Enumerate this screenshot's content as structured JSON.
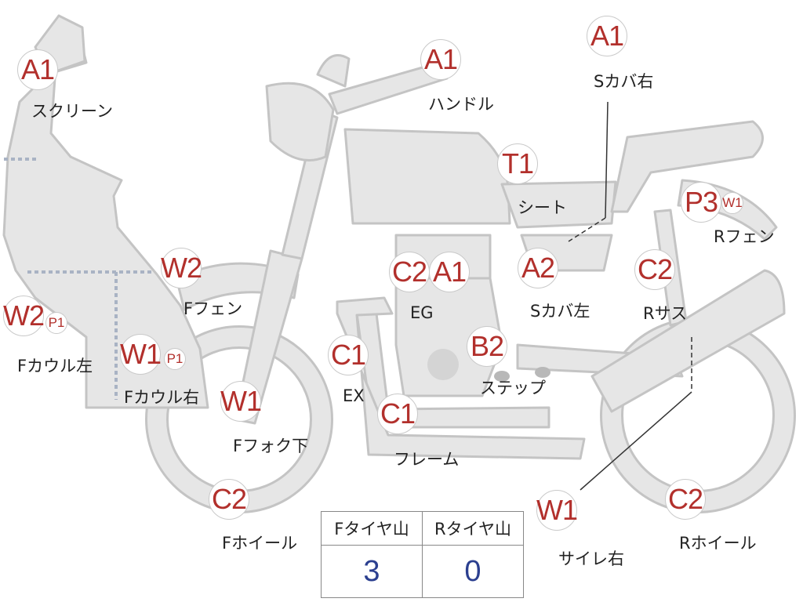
{
  "colors": {
    "part_fill": "#e6e6e6",
    "part_stroke": "#c4c4c4",
    "grade_text": "#b2302c",
    "value_text": "#2b3f8f"
  },
  "parts": {
    "screen": {
      "grade": "A1",
      "label": "スクリーン"
    },
    "handle": {
      "grade": "A1",
      "label": "ハンドル"
    },
    "side_cover_r": {
      "grade": "A1",
      "label": "Sカバ右"
    },
    "seat": {
      "grade": "T1",
      "label": "シート"
    },
    "rear_fender": {
      "grade": "P3",
      "grade2": "W1",
      "label": "Rフェン"
    },
    "front_fender": {
      "grade": "W2",
      "label": "Fフェン"
    },
    "engine": {
      "grade": "C2",
      "grade2": "A1",
      "label": "EG"
    },
    "side_cover_l": {
      "grade": "A2",
      "label": "Sカバ左"
    },
    "rear_susp": {
      "grade": "C2",
      "label": "Rサス"
    },
    "cowl_left": {
      "grade": "W2",
      "grade2": "P1",
      "label": "Fカウル左"
    },
    "cowl_right": {
      "grade": "W1",
      "grade2": "P1",
      "label": "Fカウル右"
    },
    "exhaust": {
      "grade": "C1",
      "label": "EX"
    },
    "step": {
      "grade": "B2",
      "label": "ステップ"
    },
    "front_fork": {
      "grade": "W1",
      "label": "Fフォク下"
    },
    "frame": {
      "grade": "C1",
      "label": "フレーム"
    },
    "front_wheel": {
      "grade": "C2",
      "label": "Fホイール"
    },
    "muffler_r": {
      "grade": "W1",
      "label": "サイレ右"
    },
    "rear_wheel": {
      "grade": "C2",
      "label": "Rホイール"
    }
  },
  "tire_table": {
    "headers": [
      "Fタイヤ山",
      "Rタイヤ山"
    ],
    "values": [
      "3",
      "0"
    ]
  }
}
